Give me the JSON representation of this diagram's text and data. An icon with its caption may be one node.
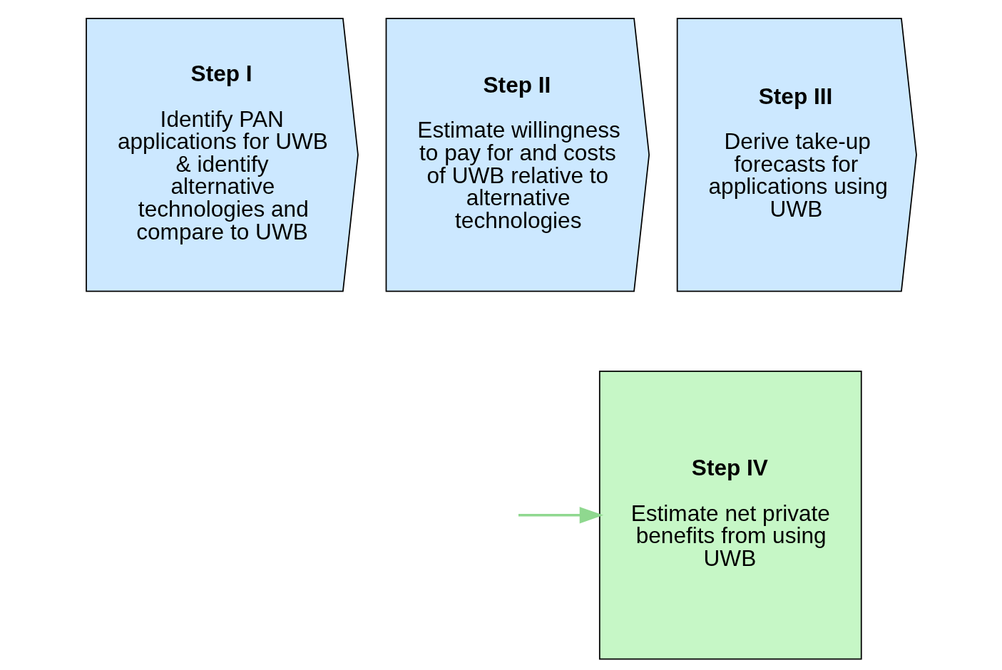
{
  "diagram": {
    "nodes": [
      {
        "text": [
          "Step I",
          "Identify PAN applications for UWB & identify alternative technologies and compare to UWB"
        ]
      },
      {
        "text": [
          "Step II",
          "Estimate willingness to pay for and costs of UWB relative to alternative technologies"
        ]
      },
      {
        "text": [
          "Step III",
          "Derive take-up forecasts for applications using UWB"
        ]
      },
      {
        "text": [
          "Step IV",
          "Estimate net private benefits from using UWB"
        ]
      }
    ],
    "edges": [
      {
        "from": null,
        "to": 3,
        "arrow": "to"
      }
    ]
  }
}
